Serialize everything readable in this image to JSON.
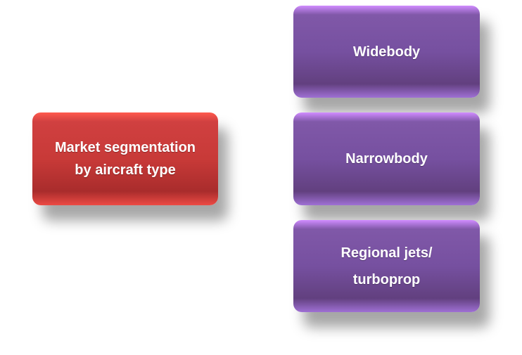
{
  "root": {
    "label": "Market segmentation\nby aircraft type",
    "color": "#c83a38"
  },
  "segments": [
    {
      "label": "Widebody",
      "color": "#7650a0"
    },
    {
      "label": "Narrowbody",
      "color": "#7650a0"
    },
    {
      "label": "Regional jets/\nturboprop",
      "color": "#7650a0"
    }
  ]
}
